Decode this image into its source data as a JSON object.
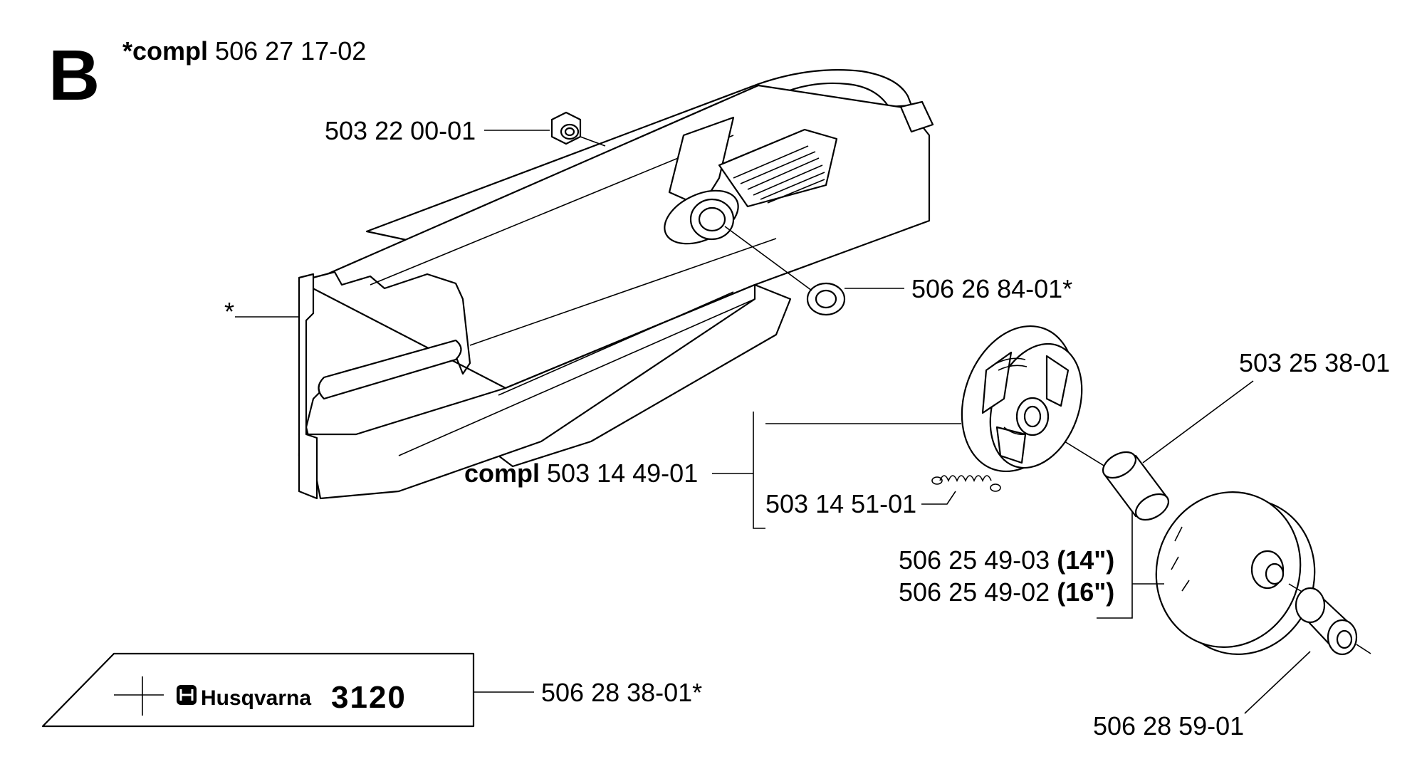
{
  "section": {
    "letter": "B",
    "assembly_prefix": "*compl",
    "assembly_number": "506 27 17-02"
  },
  "parts": {
    "nut": "503 22 00-01",
    "asterisk_marker": "*",
    "bushing": "506 26 84-01*",
    "clutch_prefix": "compl",
    "clutch_number": "503 14 49-01",
    "spring": "503 14 51-01",
    "needle_bearing": "503 25 38-01",
    "drum_14_number": "506 25 49-03",
    "drum_14_size": "(14\")",
    "drum_16_number": "506 25 49-02",
    "drum_16_size": "(16\")",
    "sticker": "506 28 38-01*",
    "washer": "506 28 59-01"
  },
  "decal": {
    "brand": "Husqvarna",
    "model": "3120"
  },
  "icons": [
    "husqvarna-crown-logo"
  ]
}
